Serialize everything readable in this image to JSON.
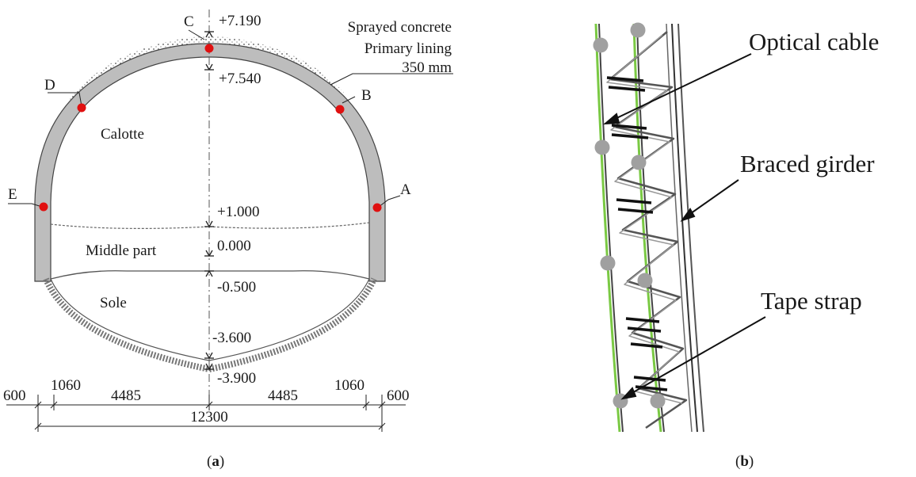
{
  "panel_a": {
    "point_labels": {
      "a": "A",
      "b": "B",
      "c": "C",
      "d": "D",
      "e": "E"
    },
    "region_labels": {
      "calotte": "Calotte",
      "middle": "Middle part",
      "sole": "Sole"
    },
    "lining_note": {
      "line1": "Sprayed concrete",
      "line2": "Primary lining",
      "line3": "350 mm"
    },
    "elevations": {
      "top_outer": "+7.190",
      "top_inner": "+7.540",
      "bench": "+1.000",
      "zero": "0.000",
      "middle_bottom": "-0.500",
      "invert_inner": "-3.600",
      "invert_outer": "-3.900"
    },
    "dimensions": {
      "d600_left": "600",
      "d1060_left": "1060",
      "d4485_left": "4485",
      "d4485_right": "4485",
      "d1060_right": "1060",
      "d600_right": "600",
      "total": "12300"
    },
    "caption": {
      "open": "(",
      "letter": "a",
      "close": ")"
    }
  },
  "panel_b": {
    "labels": {
      "optical_cable": "Optical cable",
      "braced_girder": "Braced girder",
      "tape_strap": "Tape strap"
    },
    "caption": {
      "open": "(",
      "letter": "b",
      "close": ")"
    }
  },
  "colors": {
    "lining": "#bdbdbd",
    "point": "#e01010",
    "cable": "#7ac943",
    "sensor": "#a0a0a0",
    "girder": "#555555"
  }
}
